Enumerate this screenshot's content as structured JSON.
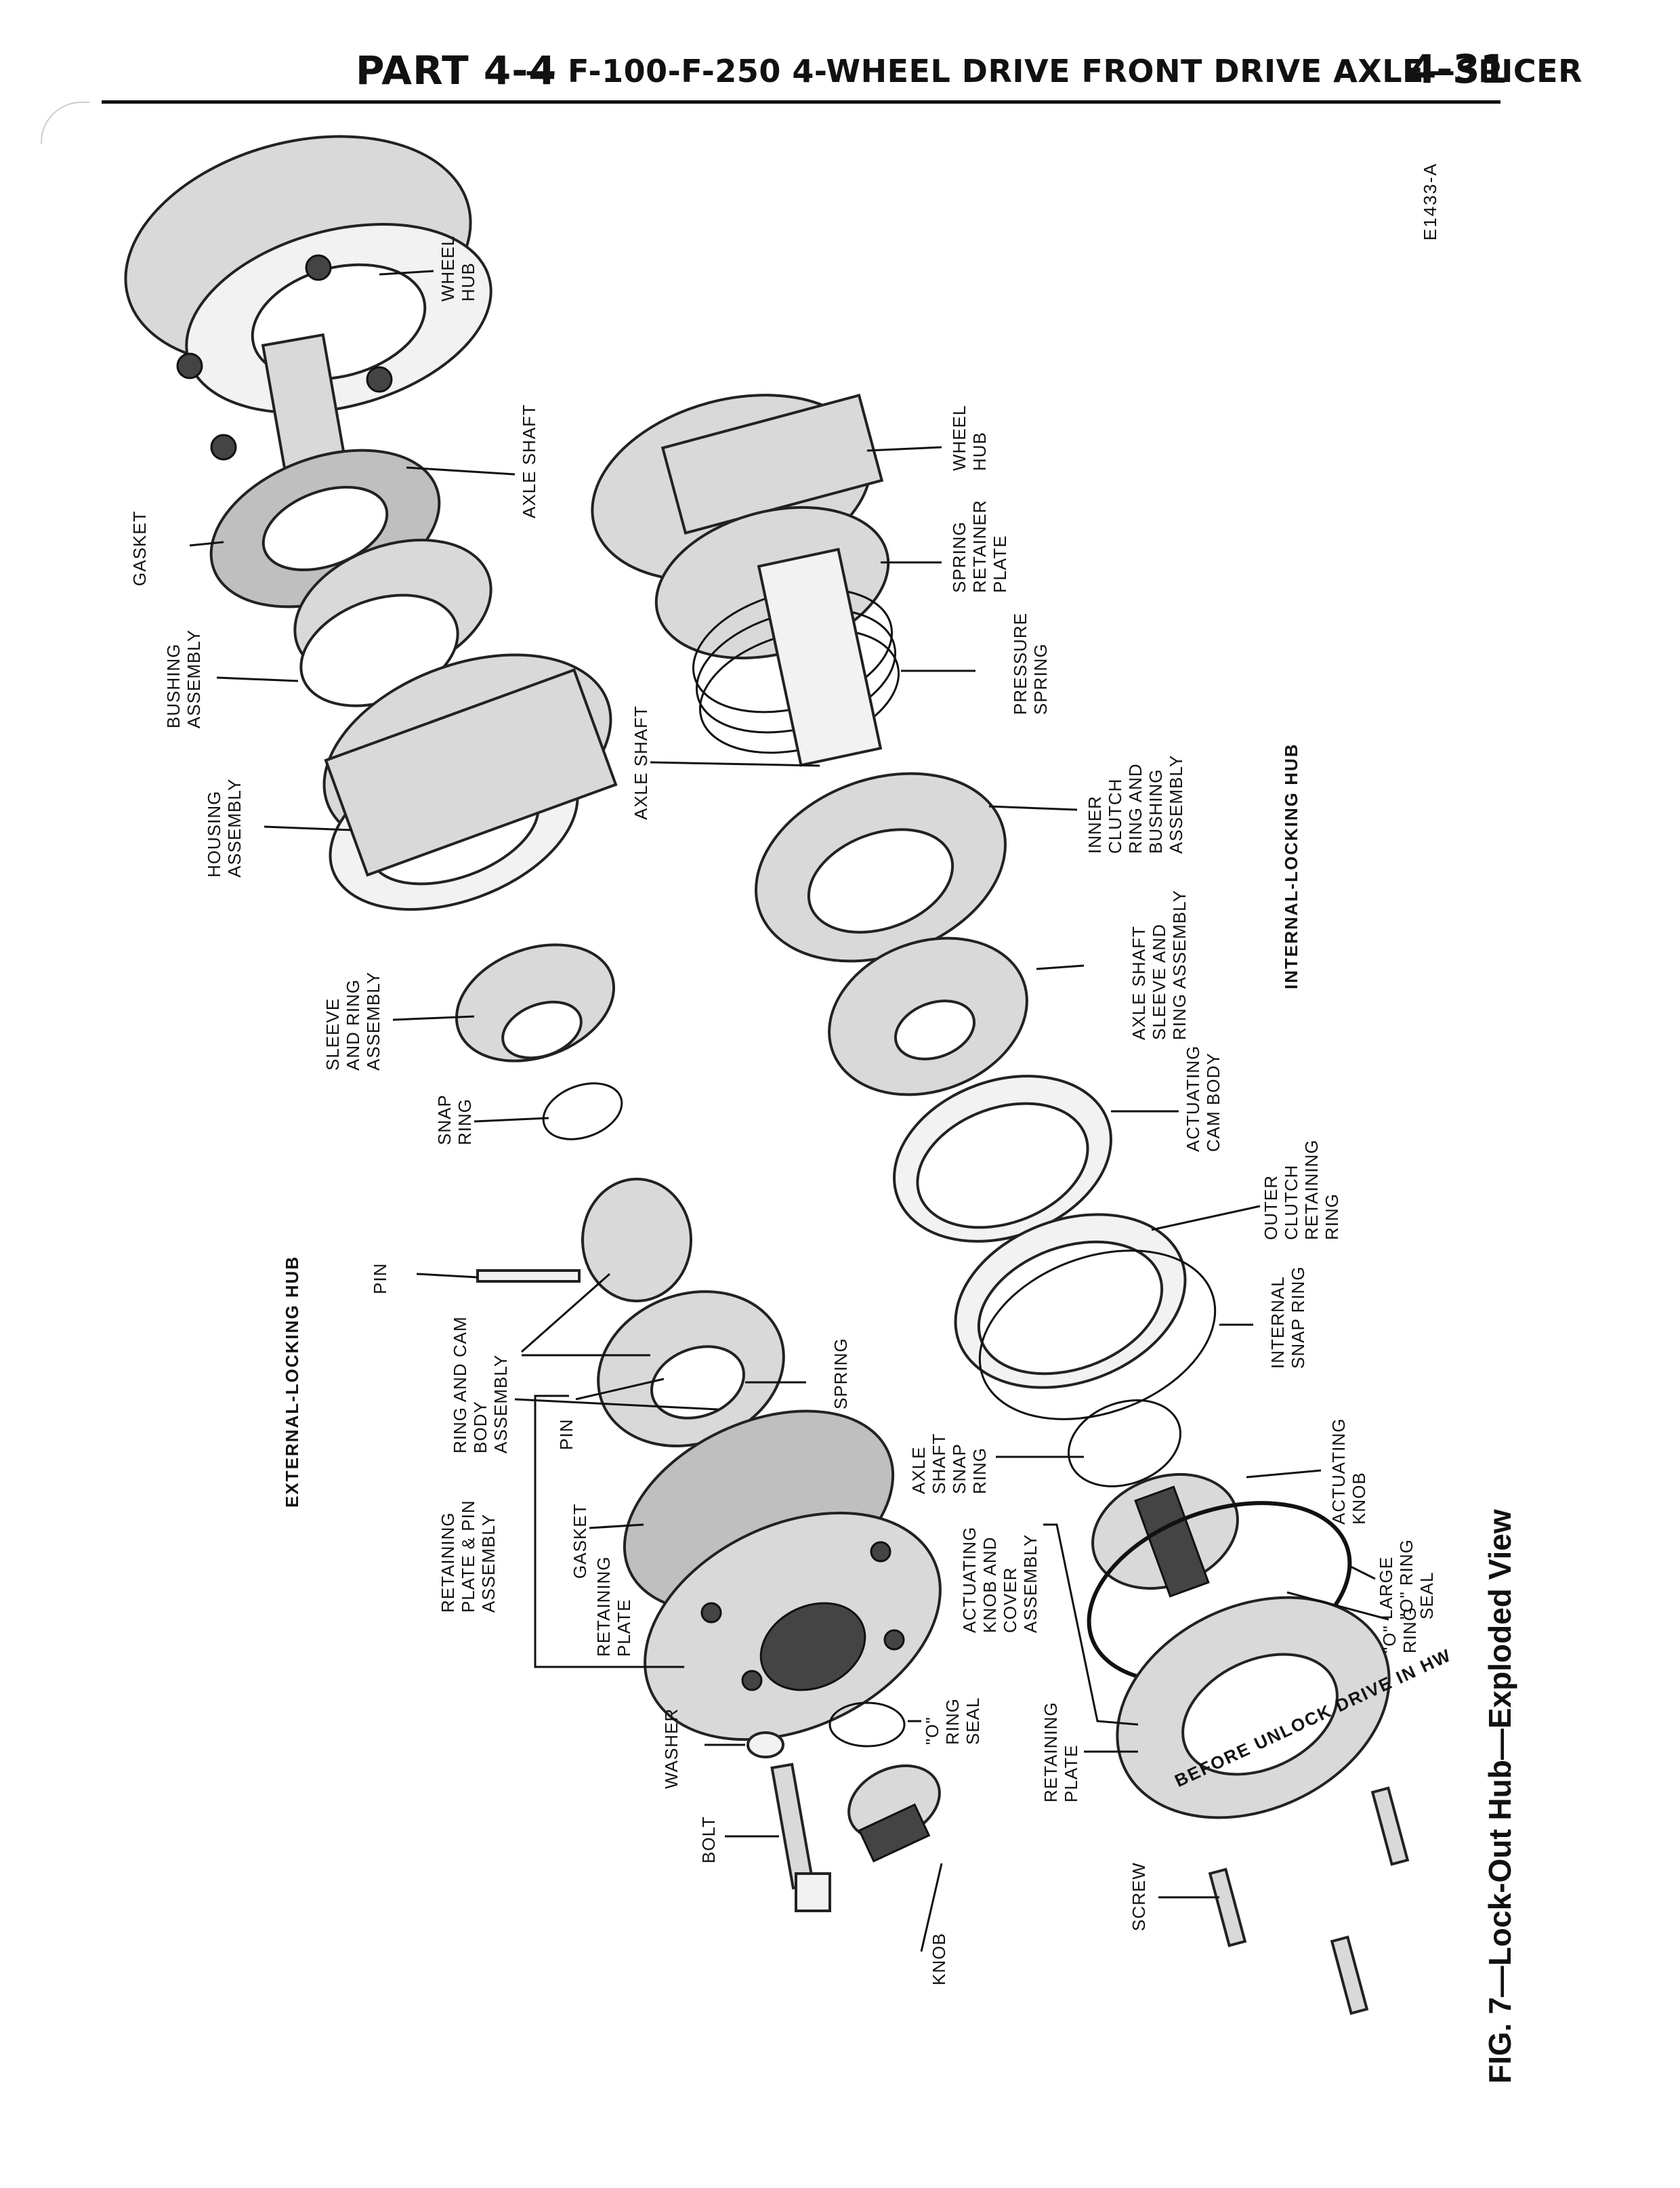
{
  "header": {
    "part": "PART 4-4",
    "title": "— F-100-F-250 4-WHEEL DRIVE FRONT DRIVE AXLE—SPICER",
    "page_number": "4-31"
  },
  "figure": {
    "code": "E1433-A",
    "caption": "FIG. 7—Lock-Out Hub—Exploded View",
    "section_external": "EXTERNAL-LOCKING HUB",
    "section_internal": "INTERNAL-LOCKING HUB"
  },
  "labels": {
    "ext_wheel_hub": [
      "WHEEL",
      "HUB"
    ],
    "ext_axle_shaft": [
      "AXLE SHAFT"
    ],
    "ext_gasket_top": [
      "GASKET"
    ],
    "ext_bushing": [
      "BUSHING",
      "ASSEMBLY"
    ],
    "ext_housing": [
      "HOUSING",
      "ASSEMBLY"
    ],
    "ext_sleeve": [
      "SLEEVE",
      "AND RING",
      "ASSEMBLY"
    ],
    "ext_snap_ring": [
      "SNAP",
      "RING"
    ],
    "ext_pin_top": [
      "PIN"
    ],
    "ext_ring_cam": [
      "RING AND CAM",
      "BODY",
      "ASSEMBLY"
    ],
    "ext_spring": [
      "SPRING"
    ],
    "ext_pin_bottom": [
      "PIN"
    ],
    "ext_gasket_bottom": [
      "GASKET"
    ],
    "ext_retaining_pin": [
      "RETAINING",
      "PLATE & PIN",
      "ASSEMBLY"
    ],
    "ext_retaining_plate": [
      "RETAINING",
      "PLATE"
    ],
    "ext_o_ring_seal": [
      "\"O\"",
      "RING",
      "SEAL"
    ],
    "ext_washer": [
      "WASHER"
    ],
    "ext_bolt": [
      "BOLT"
    ],
    "ext_knob": [
      "KNOB"
    ],
    "int_wheel_hub": [
      "WHEEL",
      "HUB"
    ],
    "int_spring_retainer": [
      "SPRING",
      "RETAINER",
      "PLATE"
    ],
    "int_pressure_spring": [
      "PRESSURE",
      "SPRING"
    ],
    "int_axle_shaft": [
      "AXLE SHAFT"
    ],
    "int_inner_clutch": [
      "INNER",
      "CLUTCH",
      "RING AND",
      "BUSHING",
      "ASSEMBLY"
    ],
    "int_axle_sleeve": [
      "AXLE SHAFT",
      "SLEEVE AND",
      "RING ASSEMBLY"
    ],
    "int_actuating_cam": [
      "ACTUATING",
      "CAM BODY"
    ],
    "int_outer_clutch": [
      "OUTER",
      "CLUTCH",
      "RETAINING",
      "RING"
    ],
    "int_internal_snap": [
      "INTERNAL",
      "SNAP RING"
    ],
    "int_axle_snap": [
      "AXLE",
      "SHAFT",
      "SNAP",
      "RING"
    ],
    "int_actuating_knob": [
      "ACTUATING",
      "KNOB"
    ],
    "int_large_o_ring": [
      "LARGE",
      "\"O\" RING",
      "SEAL"
    ],
    "int_o_ring": [
      "\"O\"",
      "RING"
    ],
    "int_knob_cover": [
      "ACTUATING",
      "KNOB AND",
      "COVER",
      "ASSEMBLY"
    ],
    "int_retaining_plate": [
      "RETAINING",
      "PLATE"
    ],
    "int_screw": [
      "SCREW"
    ]
  },
  "dial_text": "BEFORE UNLOCK DRIVE IN HW",
  "colors": {
    "ink": "#111111",
    "metal": "#d9d9d9",
    "paper": "#ffffff"
  }
}
